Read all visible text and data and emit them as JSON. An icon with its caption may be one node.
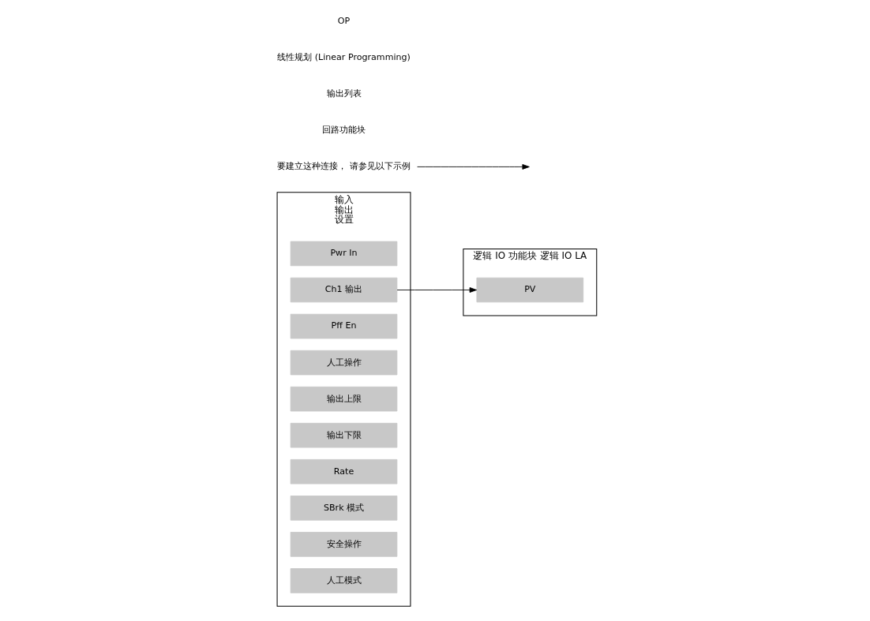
{
  "diagram": {
    "nodes": [
      {
        "text": [
          "输入",
          "输出",
          "设置"
        ]
      },
      {
        "text": [
          "Pwr In"
        ],
        "in": 0
      },
      {
        "text": [
          "Ch1 输出"
        ],
        "in": 0
      },
      {
        "text": [
          "Pff En"
        ],
        "in": 0
      },
      {
        "text": [
          "人工操作"
        ],
        "in": 0
      },
      {
        "text": [
          "输出上限"
        ],
        "in": 0
      },
      {
        "text": [
          "输出下限"
        ],
        "in": 0
      },
      {
        "text": [
          "Rate"
        ],
        "in": 0
      },
      {
        "text": [
          "SBrk 模式"
        ],
        "in": 0
      },
      {
        "text": [
          "安全操作"
        ],
        "in": 0
      },
      {
        "text": [
          "人工模式"
        ],
        "in": 0
      },
      {
        "text": [
          "逻辑 IO 功能块 逻辑 IO LA"
        ]
      },
      {
        "text": [
          "PV"
        ],
        "in": 11
      },
      {
        "text": [
          "要建立这种连接， 请参见以下示例"
        ]
      }
    ],
    "edges": [
      {
        "from": 2,
        "to": 12,
        "arrow": "to"
      },
      {
        "from": 13,
        "to": null,
        "arrow": "to"
      }
    ],
    "labels": [
      "回路功能块",
      "输出列表",
      "线性规划 (Linear Programming)",
      "OP"
    ]
  }
}
